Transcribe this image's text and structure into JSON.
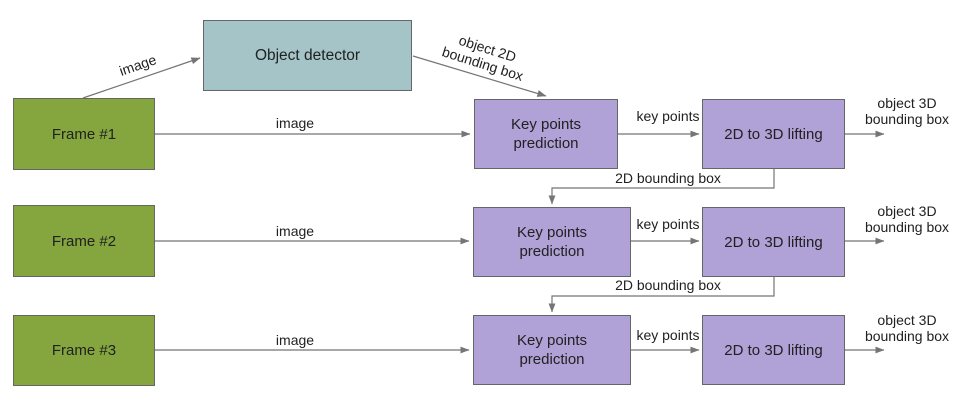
{
  "colors": {
    "frame_fill": "#85A63E",
    "detector_fill": "#A4C4C8",
    "module_fill": "#B0A1D6",
    "border": "#666666",
    "line": "#757575",
    "text": "#212121"
  },
  "detector": {
    "label": "Object detector",
    "in_label": "image",
    "out_label": "object 2D\nbounding box"
  },
  "rows": [
    {
      "frame_label": "Frame #1",
      "image_label": "image",
      "keypoints_box_label": "Key points\nprediction",
      "keypoints_edge_label": "key points",
      "lifting_box_label": "2D to 3D lifting",
      "output_label": "object 3D\nbounding box"
    },
    {
      "frame_label": "Frame #2",
      "image_label": "image",
      "keypoints_box_label": "Key points\nprediction",
      "keypoints_edge_label": "key points",
      "lifting_box_label": "2D to 3D lifting",
      "output_label": "object 3D\nbounding box"
    },
    {
      "frame_label": "Frame #3",
      "image_label": "image",
      "keypoints_box_label": "Key points\nprediction",
      "keypoints_edge_label": "key points",
      "lifting_box_label": "2D to 3D lifting",
      "output_label": "object 3D\nbounding box"
    }
  ],
  "connectors": [
    {
      "label": "2D bounding box"
    },
    {
      "label": "2D bounding box"
    }
  ]
}
